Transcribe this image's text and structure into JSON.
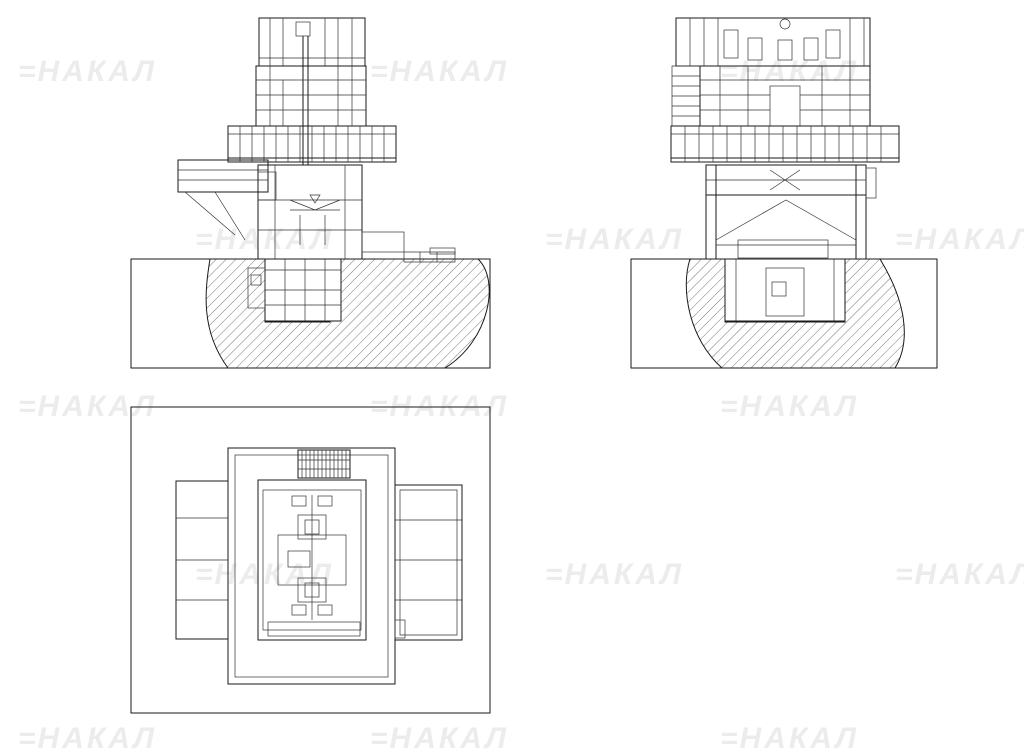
{
  "watermark": {
    "text": "НАКАЛ",
    "color": "#ececec"
  },
  "drawing": {
    "line_color": "#1a1a1a",
    "hatch_color": "#555555",
    "background": "#ffffff",
    "views": [
      "side-elevation",
      "front-elevation",
      "plan-view"
    ]
  }
}
